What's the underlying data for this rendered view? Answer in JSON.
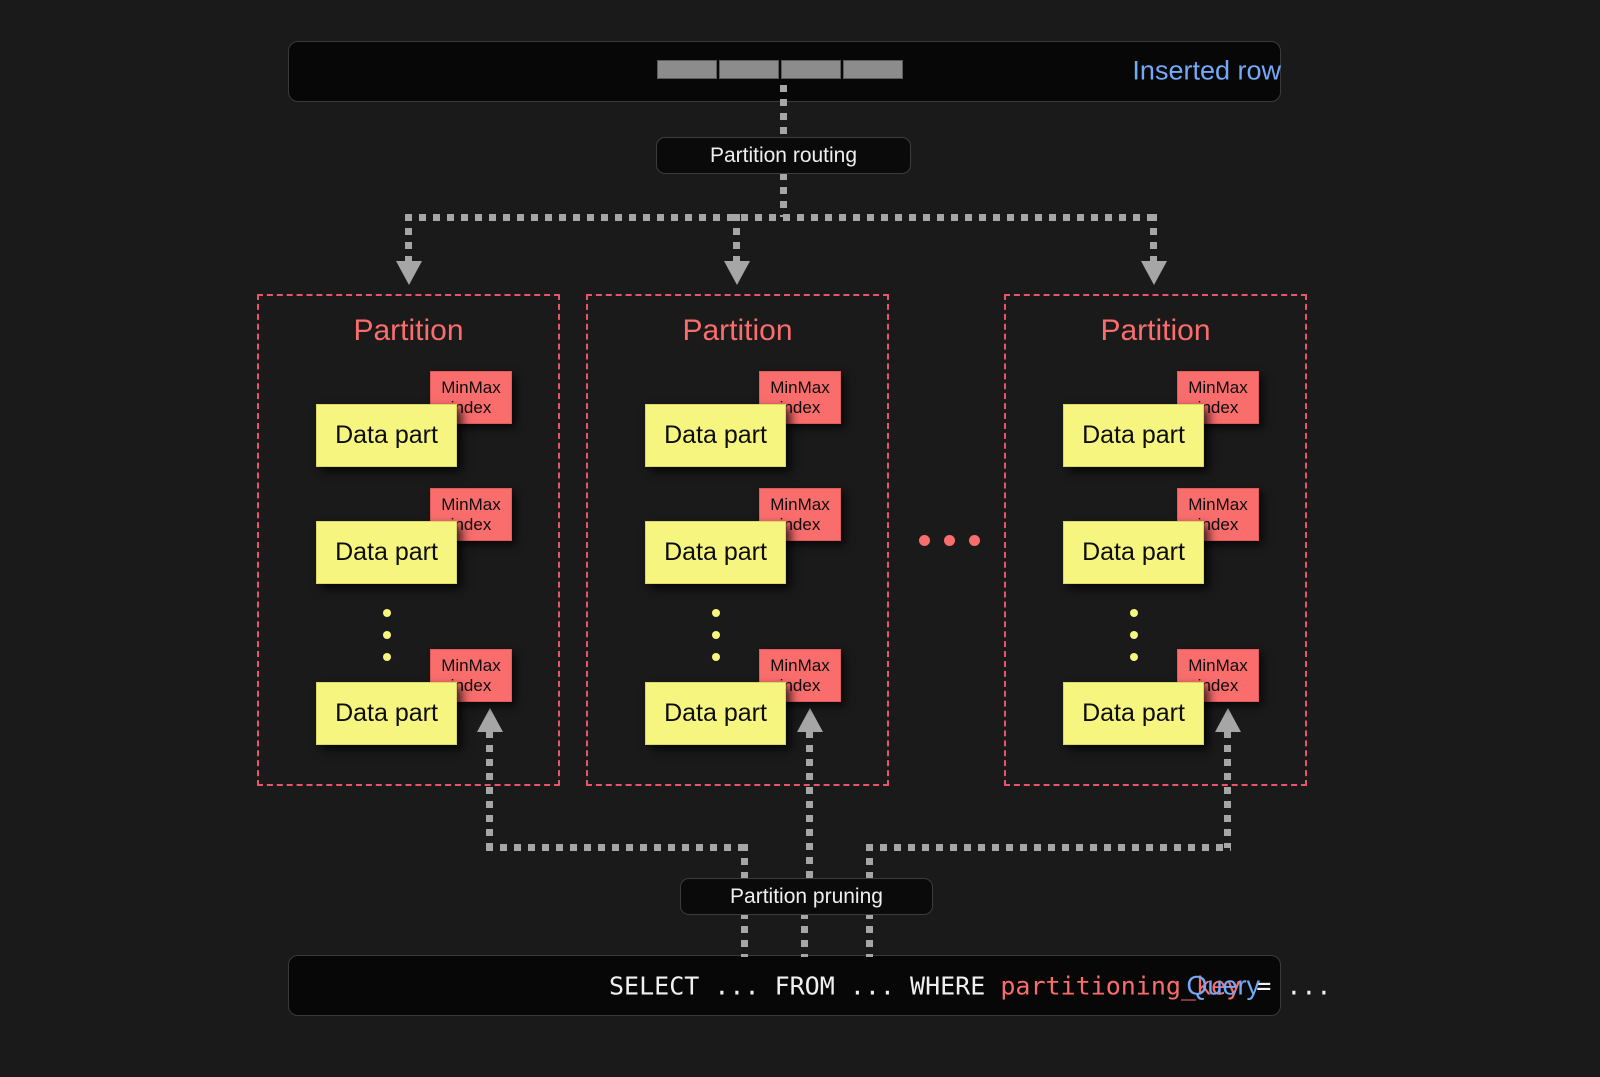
{
  "background": "#1a1a1a",
  "colors": {
    "accent_blue": "#73A9F7",
    "accent_red": "#FA6D6D",
    "partition_border": "#E8556B",
    "data_part_yellow": "#F5F57F",
    "connector_gray": "#a6a6a6",
    "bar_background": "#070707"
  },
  "top": {
    "inserted_row_label": "Inserted row",
    "row_cells": [
      "",
      "",
      "",
      ""
    ],
    "routing_label": "Partition routing"
  },
  "partitions": [
    {
      "title": "Partition",
      "parts": [
        {
          "data_part_label": "Data part",
          "minmax_line1": "MinMax",
          "minmax_line2": "index"
        },
        {
          "data_part_label": "Data part",
          "minmax_line1": "MinMax",
          "minmax_line2": "index"
        },
        {
          "data_part_label": "Data part",
          "minmax_line1": "MinMax",
          "minmax_line2": "index"
        }
      ]
    },
    {
      "title": "Partition",
      "parts": [
        {
          "data_part_label": "Data part",
          "minmax_line1": "MinMax",
          "minmax_line2": "index"
        },
        {
          "data_part_label": "Data part",
          "minmax_line1": "MinMax",
          "minmax_line2": "index"
        },
        {
          "data_part_label": "Data part",
          "minmax_line1": "MinMax",
          "minmax_line2": "index"
        }
      ]
    },
    {
      "title": "Partition",
      "parts": [
        {
          "data_part_label": "Data part",
          "minmax_line1": "MinMax",
          "minmax_line2": "index"
        },
        {
          "data_part_label": "Data part",
          "minmax_line1": "MinMax",
          "minmax_line2": "index"
        },
        {
          "data_part_label": "Data part",
          "minmax_line1": "MinMax",
          "minmax_line2": "index"
        }
      ]
    }
  ],
  "bottom": {
    "pruning_label": "Partition pruning",
    "query_label": "Query",
    "query_prefix": "SELECT ... FROM ... WHERE ",
    "query_keyword": "partitioning_key",
    "query_suffix": " = ..."
  }
}
